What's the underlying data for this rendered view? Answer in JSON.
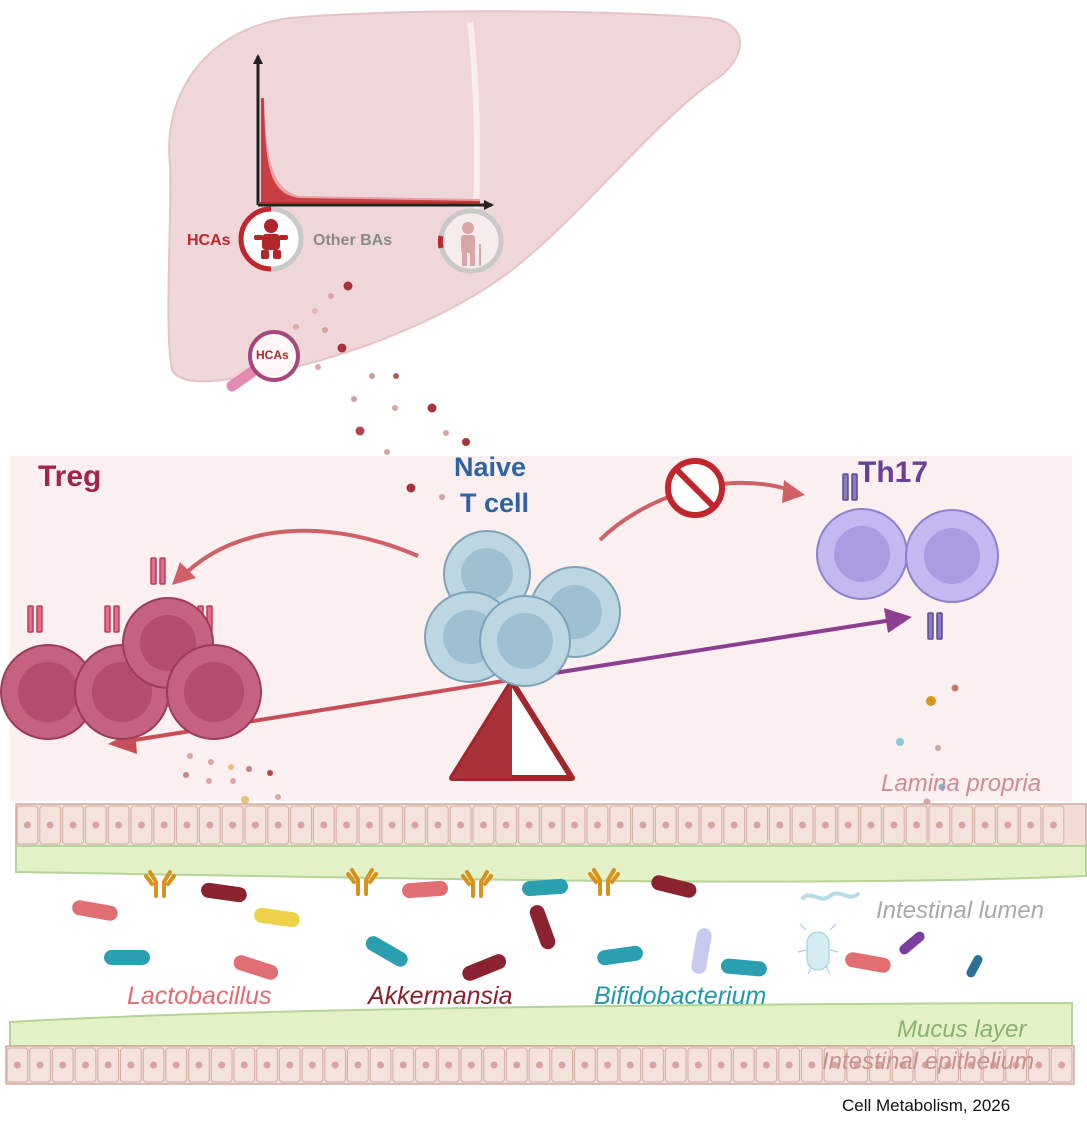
{
  "liver_chart": {
    "hcas_label": "HCAs",
    "other_bas_label": "Other BAs"
  },
  "magnifier": {
    "label": "HCAs"
  },
  "cells": {
    "treg": "Treg",
    "naive_line1": "Naive",
    "naive_line2": "T cell",
    "th17": "Th17"
  },
  "regions": {
    "lamina_propria": "Lamina propria",
    "intestinal_lumen": "Intestinal lumen",
    "mucus_layer": "Mucus layer",
    "intestinal_epithelium": "Intestinal epithelium"
  },
  "bacteria": {
    "lactobacillus": "Lactobacillus",
    "akkermansia": "Akkermansia",
    "bifidobacterium": "Bifidobacterium"
  },
  "citation": "Cell Metabolism, 2026",
  "colors": {
    "liver": "#efd6d8",
    "treg": "#c4627f",
    "naive": "#b6d3e0",
    "th17": "#c3b8ef",
    "hca_red": "#c0262c",
    "mucus": "#e3f2c6",
    "epithelium": "#f1ddd6"
  }
}
